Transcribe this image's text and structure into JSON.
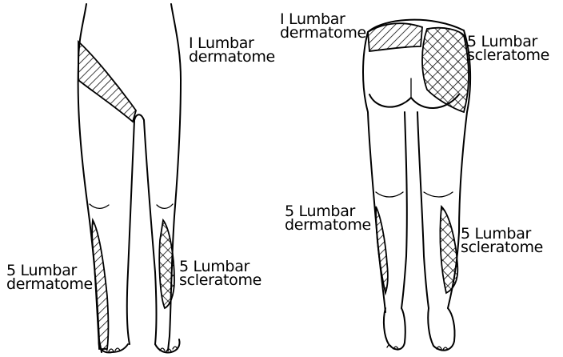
{
  "colors": {
    "ink": "#000000",
    "paper": "#ffffff"
  },
  "hatch_patterns": {
    "dermatome": "diagonal-lines",
    "scleratome": "cross-hatch"
  },
  "labels": {
    "front_l1_dermatome": [
      "I Lumbar",
      "dermatome"
    ],
    "front_l5_dermatome": [
      "5 Lumbar",
      "dermatome"
    ],
    "front_l5_scleratome": [
      "5 Lumbar",
      "scleratome"
    ],
    "back_l1_dermatome": [
      "I Lumbar",
      "dermatome"
    ],
    "back_l5_scleratome_hip": [
      "5 Lumbar",
      "scleratome"
    ],
    "back_l5_dermatome": [
      "5 Lumbar",
      "dermatome"
    ],
    "back_l5_scleratome_calf": [
      "5 Lumbar",
      "scleratome"
    ]
  }
}
